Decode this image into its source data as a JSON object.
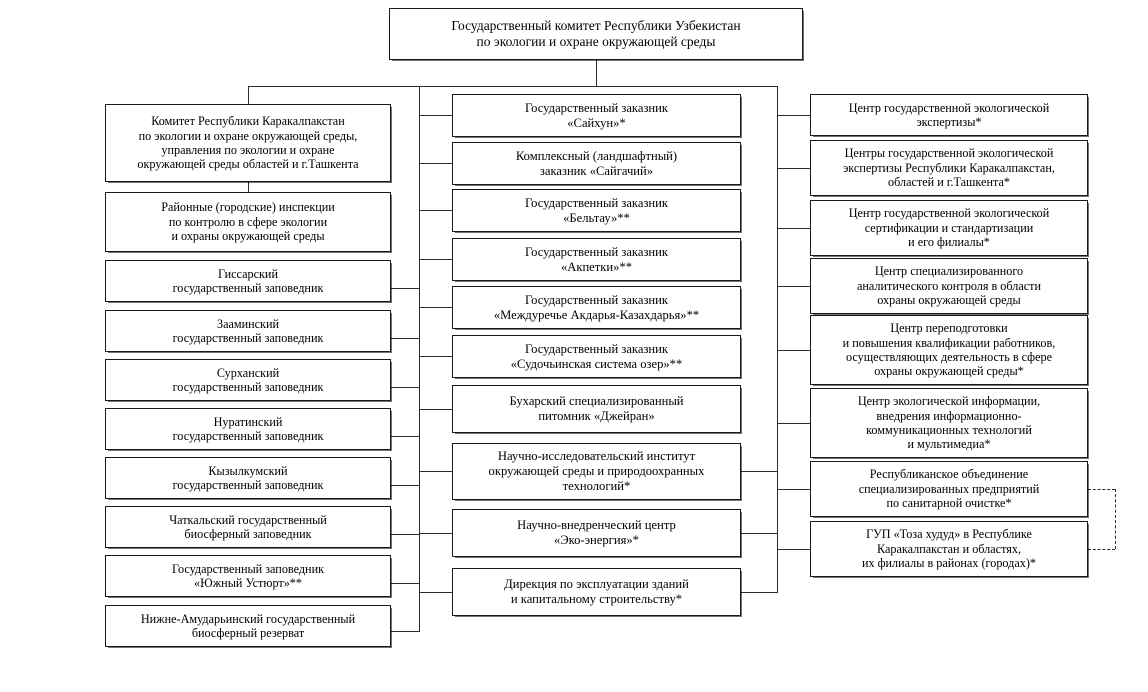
{
  "chart_meta": {
    "type": "org-chart",
    "title": "Государственный комитет Республики Узбекистан по экологии и охране окружающей среды",
    "columns": 3,
    "line_color": "#2b2b2b",
    "box_border_color": "#1a1a1a",
    "background": "#ffffff"
  },
  "root": {
    "label": "Государственный комитет Республики Узбекистан\nпо экологии и охране окружающей среды"
  },
  "left_column": {
    "items": [
      {
        "label": "Комитет Республики Каракалпакстан\nпо экологии и охране окружающей среды,\nуправления по экологии и охране\nокружающей среды областей и г.Ташкента"
      },
      {
        "label": "Районные (городские) инспекции\nпо контролю в сфере экологии\nи охраны окружающей среды"
      },
      {
        "label": "Гиссарский\nгосударственный заповедник"
      },
      {
        "label": "Зааминский\nгосударственный заповедник"
      },
      {
        "label": "Сурханский\nгосударственный заповедник"
      },
      {
        "label": "Нуратинский\nгосударственный заповедник"
      },
      {
        "label": "Кызылкумский\nгосударственный заповедник"
      },
      {
        "label": "Чаткальский государственный\nбиосферный заповедник"
      },
      {
        "label": "Государственный заповедник\n«Южный Устюрт»**"
      },
      {
        "label": "Нижне-Амударьинский государственный\nбиосферный резерват"
      }
    ]
  },
  "middle_column": {
    "items": [
      {
        "label": "Государственный заказник\n«Сайхун»*"
      },
      {
        "label": "Комплексный (ландшафтный)\nзаказник «Сайгачий»"
      },
      {
        "label": "Государственный заказник\n«Бельтау»**"
      },
      {
        "label": "Государственный заказник\n«Акпетки»**"
      },
      {
        "label": "Государственный заказник\n«Междуречье Акдарья-Казахдарья»**"
      },
      {
        "label": "Государственный заказник\n«Судочьинская система озер»**"
      },
      {
        "label": "Бухарский специализированный\nпитомник «Джейран»"
      },
      {
        "label": "Научно-исследовательский институт\nокружающей среды и природоохранных\nтехнологий*"
      },
      {
        "label": "Научно-внедренческий центр\n«Эко-энергия»*"
      },
      {
        "label": "Дирекция по эксплуатации зданий\nи капитальному строительству*"
      }
    ]
  },
  "right_column": {
    "items": [
      {
        "label": "Центр государственной экологической\nэкспертизы*"
      },
      {
        "label": "Центры государственной экологической\nэкспертизы Республики Каракалпакстан,\nобластей и г.Ташкента*"
      },
      {
        "label": "Центр государственной экологической\nсертификации и стандартизации\nи его филиалы*"
      },
      {
        "label": "Центр специализированного\nаналитического контроля в области\nохраны окружающей среды"
      },
      {
        "label": "Центр переподготовки\nи повышения квалификации работников,\nосуществляющих деятельность в сфере\nохраны окружающей среды*"
      },
      {
        "label": "Центр экологической информации,\nвнедрения информационно-\nкоммуникационных технологий\nи мультимедиа*"
      },
      {
        "label": "Республиканское объединение\nспециализированных предприятий\nпо санитарной очистке*"
      },
      {
        "label": "ГУП «Тоза худуд» в Республике\nКаракалпакстан и областях,\nих филиалы в районах (городах)*"
      }
    ]
  }
}
